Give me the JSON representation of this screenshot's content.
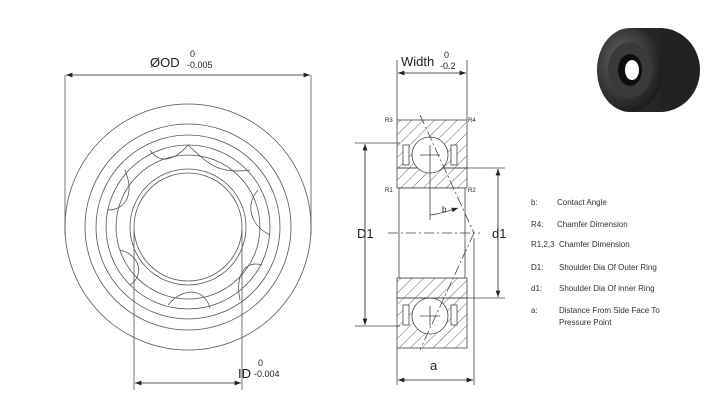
{
  "front_view": {
    "od_label": "ØOD",
    "od_tol_upper": "0",
    "od_tol_lower": "-0.005",
    "id_label": "ID",
    "id_tol_upper": "0",
    "id_tol_lower": "-0.004"
  },
  "section_view": {
    "width_label": "Width",
    "width_tol_upper": "0",
    "width_tol_lower": "-0.2",
    "r3": "R3",
    "r4": "R4",
    "r1": "R1",
    "r2": "R2",
    "b": "b",
    "D1": "D1",
    "d1": "d1",
    "a": "a"
  },
  "legend": [
    {
      "sym": "b:",
      "desc": "Contact Angle"
    },
    {
      "sym": "R4:",
      "desc": "Chamfer Dimension"
    },
    {
      "sym": "R1,2,3",
      "desc": "Chamfer Dimension"
    },
    {
      "sym": "D1:",
      "desc": "Shoulder Dia Of Outer Ring"
    },
    {
      "sym": "d1:",
      "desc": "Shoulder Dia Of inner Ring"
    },
    {
      "sym": "a:",
      "desc": "Distance From Side Face To",
      "desc2": "Pressure Point"
    }
  ]
}
